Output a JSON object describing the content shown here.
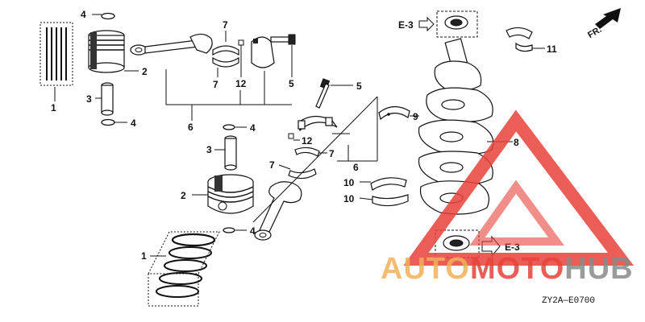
{
  "diagram": {
    "code": "ZY2A—E0700",
    "direction_label": "FR.",
    "ref_top": "E-3",
    "ref_bottom": "E-3"
  },
  "callouts": {
    "c1a": "1",
    "c2a": "2",
    "c3a": "3",
    "c4a": "4",
    "c4b": "4",
    "c6a": "6",
    "c7a": "7",
    "c7b": "7",
    "c12a": "12",
    "c5a": "5",
    "c4c": "4",
    "c3b": "3",
    "c2b": "2",
    "c4d": "4",
    "c1b": "1",
    "c5b": "5",
    "c9": "9",
    "c12b": "12",
    "c7c": "7",
    "c7d": "7",
    "c6b": "6",
    "c10a": "10",
    "c10b": "10",
    "c8": "8",
    "c11": "11"
  },
  "watermark": {
    "part1": "AUTO",
    "part2": "MOTO",
    "part3": "HUB",
    "color_orange": "#f2b15a",
    "color_red": "#e8433b",
    "color_gray": "#8a8a8a"
  }
}
